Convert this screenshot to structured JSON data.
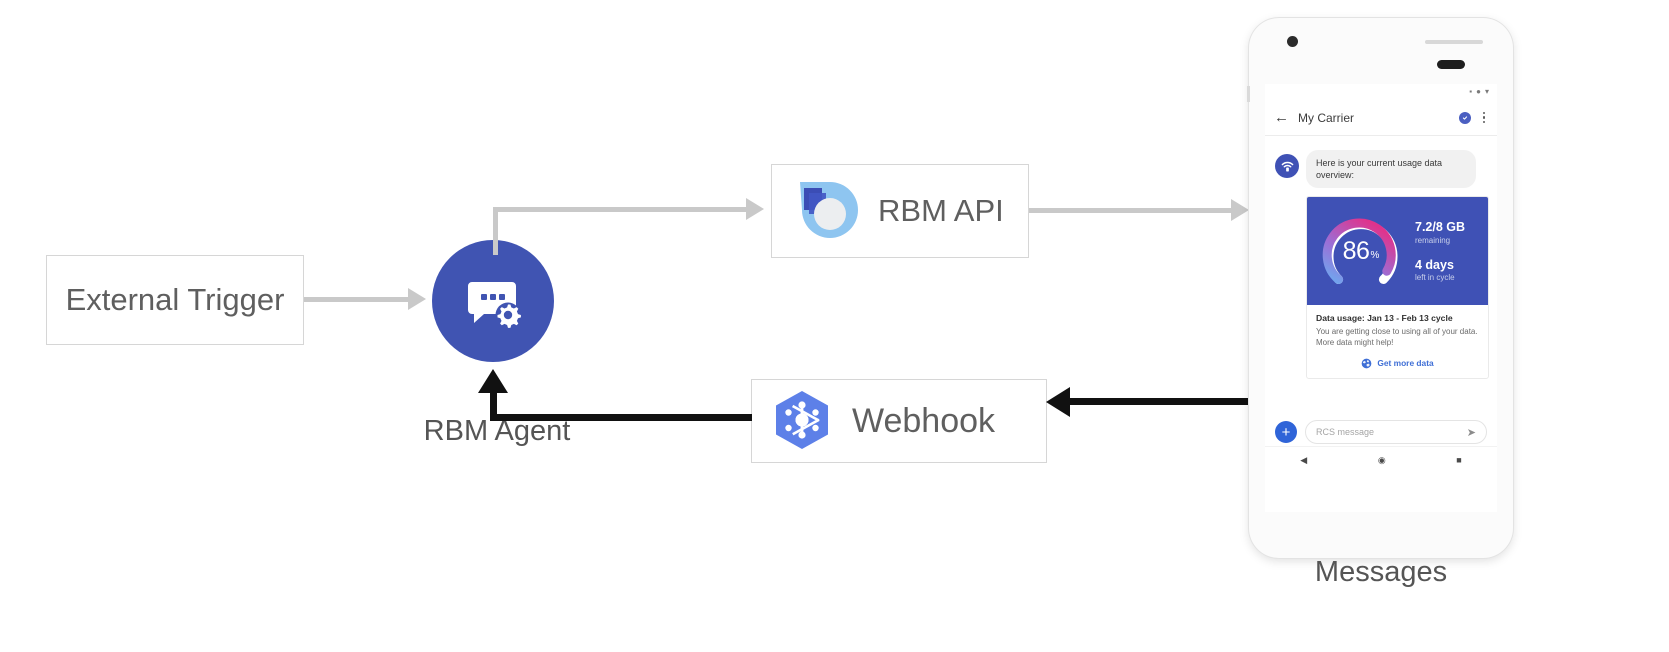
{
  "diagram": {
    "nodes": {
      "external_trigger": {
        "label": "External Trigger"
      },
      "rbm_agent": {
        "label": "RBM Agent",
        "icon": "chat-gear-icon",
        "color": "#4054b2"
      },
      "rbm_api": {
        "label": "RBM API",
        "icon": "rbm-api-logo-icon"
      },
      "webhook": {
        "label": "Webhook",
        "icon": "google-hexagon-icon"
      },
      "messages": {
        "label": "Messages"
      }
    },
    "colors": {
      "connector_grey": "#c9c9c9",
      "connector_dark": "#111111",
      "agent_blue": "#4054b2",
      "card_blue": "#3f51b5",
      "link_blue": "#3f6fd6"
    }
  },
  "phone": {
    "status_bar": {
      "icons": [
        "signal-icon",
        "wifi-icon",
        "battery-icon"
      ]
    },
    "app_bar": {
      "back_icon": "back-arrow-icon",
      "title": "My Carrier",
      "verified_icon": "verified-shield-icon",
      "overflow_icon": "overflow-menu-icon"
    },
    "conversation": {
      "avatar_icon": "carrier-wifi-avatar-icon",
      "intro_message": "Here is your current usage data overview:",
      "rich_card": {
        "gauge": {
          "value": "86",
          "unit": "%",
          "percent": 86
        },
        "stats": [
          {
            "primary": "7.2/8 GB",
            "secondary": "remaining"
          },
          {
            "primary": "4 days",
            "secondary": "left in cycle"
          }
        ],
        "title": "Data usage: Jan 13 - Feb 13 cycle",
        "description": "You are getting close to using all of your data. More data might help!",
        "action": {
          "icon": "globe-icon",
          "label": "Get more data"
        }
      }
    },
    "composer": {
      "plus_icon": "add-icon",
      "placeholder": "RCS message",
      "send_icon": "send-icon"
    },
    "nav_bar": {
      "back": "◀",
      "home": "◉",
      "recents": "■"
    }
  }
}
